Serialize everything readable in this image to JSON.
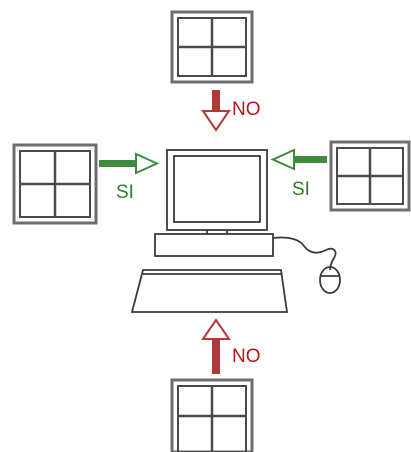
{
  "labels": {
    "top_arrow": "NO",
    "bottom_arrow": "NO",
    "left_arrow": "SI",
    "right_arrow": "SI"
  },
  "colors": {
    "background": "#ffffff",
    "no_arrow": "#b03a3a",
    "no_text": "#b8141b",
    "si_arrow": "#3f8a3f",
    "si_text": "#2e7d2e",
    "window_frame": "#6d6d6d",
    "window_inner": "#4a4a4a",
    "computer_line": "#3a3a3a"
  },
  "icons": {
    "windows": [
      "window-pane-icon",
      "window-pane-icon",
      "window-pane-icon",
      "window-pane-icon"
    ],
    "computer": "desktop-computer-icon"
  }
}
